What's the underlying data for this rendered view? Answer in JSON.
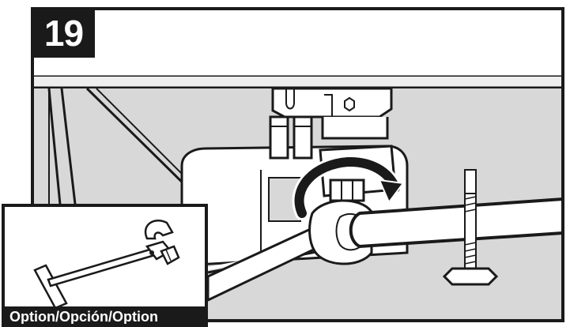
{
  "step": {
    "number": "19"
  },
  "inset": {
    "label": "Option/Opción/Option"
  },
  "icons": {
    "main": "wrench-tightening-fitting-illustration",
    "inset": "basin-wrench-icon",
    "rotation": "clockwise-arrow-icon"
  },
  "colors": {
    "line": "#1a1a1a",
    "background_gray": "#d8d8d8",
    "fill_white": "#ffffff",
    "accent_light": "#eeeeee"
  }
}
